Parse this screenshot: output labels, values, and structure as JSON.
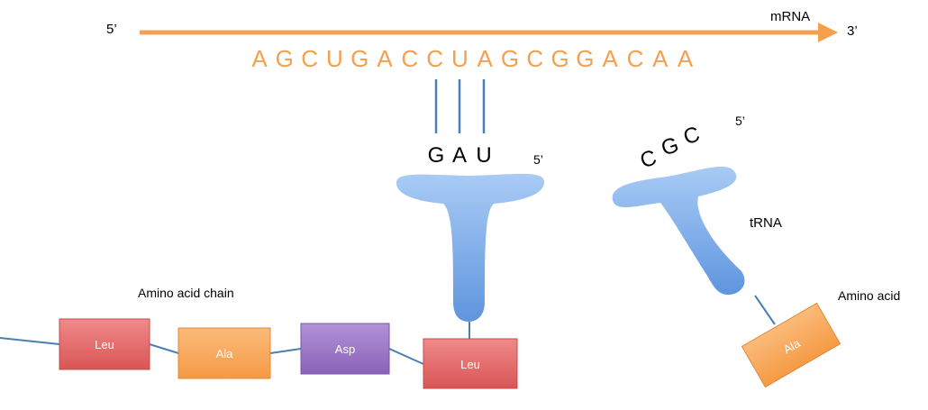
{
  "mrna": {
    "five_prime": "5’",
    "three_prime": "3’",
    "label": "mRNA",
    "sequence": [
      "A",
      "G",
      "C",
      "U",
      "G",
      "A",
      "C",
      "C",
      "U",
      "A",
      "G",
      "C",
      "G",
      "G",
      "A",
      "C",
      "A",
      "A"
    ],
    "color": "#F5A04E"
  },
  "trna_bound": {
    "anticodon": [
      "G",
      "A",
      "U"
    ],
    "five_prime": "5’",
    "amino_acid": "Leu"
  },
  "trna_free": {
    "anticodon": [
      "C",
      "G",
      "C"
    ],
    "five_prime": "5’",
    "label": "tRNA",
    "amino_acid": "Ala",
    "amino_acid_label": "Amino acid"
  },
  "chain": {
    "label": "Amino acid chain",
    "residues": [
      {
        "name": "Leu",
        "kind": "red"
      },
      {
        "name": "Ala",
        "kind": "orange"
      },
      {
        "name": "Asp",
        "kind": "purple"
      }
    ]
  },
  "colors": {
    "trna": "#6FA3E8",
    "trna_light": "#A9CBF5",
    "red": "#E56A6A",
    "orange": "#F9A85A",
    "purple": "#9C74C4",
    "line": "#4A7FB5"
  }
}
